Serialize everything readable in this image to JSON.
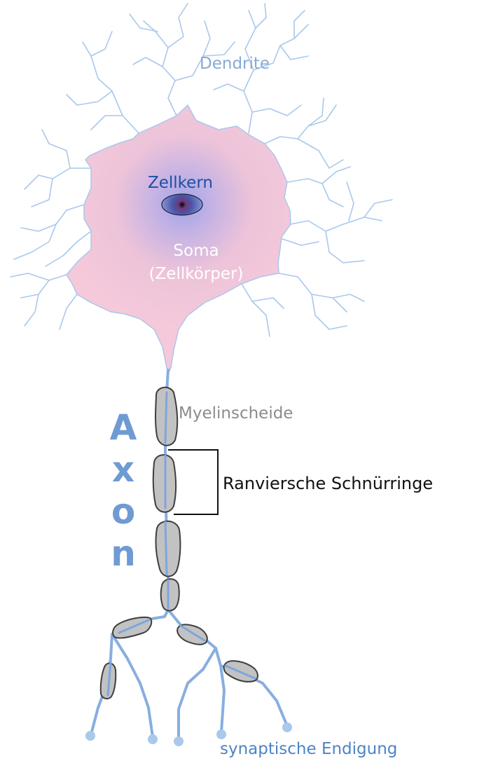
{
  "labels": {
    "dendrite": "Dendrite",
    "nucleus": "Zellkern",
    "soma_line1": "Soma",
    "soma_line2": "(Zellkörper)",
    "myelin_sheath": "Myelinscheide",
    "nodes_of_ranvier": "Ranviersche Schnürringe",
    "axon_letters": [
      "A",
      "x",
      "o",
      "n"
    ],
    "synaptic_ending": "synaptische Endigung"
  },
  "colors": {
    "dendrite_line": "#a9c8ec",
    "soma_pink": "#f1c3d6",
    "soma_center": "#a9abe6",
    "axon_line": "#88aee0",
    "myelin_fill": "#c2c2c2",
    "myelin_stroke": "#3e3e3e",
    "axon_label": "#6f9bd3"
  }
}
